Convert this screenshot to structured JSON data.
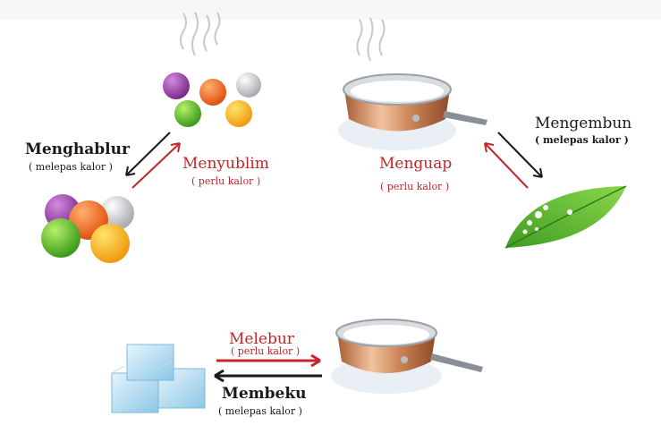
{
  "processes": {
    "menghablur": {
      "name": "Menghablur",
      "note": "( melepas kalor )"
    },
    "menyublim": {
      "name": "Menyublim",
      "note": "( perlu kalor )"
    },
    "menguap": {
      "name": "Menguap",
      "note": "( perlu kalor )"
    },
    "mengembun": {
      "name": "Mengembun",
      "note": "( melepas kalor )"
    },
    "melebur": {
      "name": "Melebur",
      "note": "( perlu kalor )"
    },
    "membeku": {
      "name": "Membeku",
      "note": "( melepas kalor )"
    }
  },
  "colors": {
    "release_arrow": "#1a1a1a",
    "absorb_arrow": "#c4252b",
    "leaf": "#59b92f",
    "copper": "#c98658",
    "ice": "#9fd0ea"
  }
}
